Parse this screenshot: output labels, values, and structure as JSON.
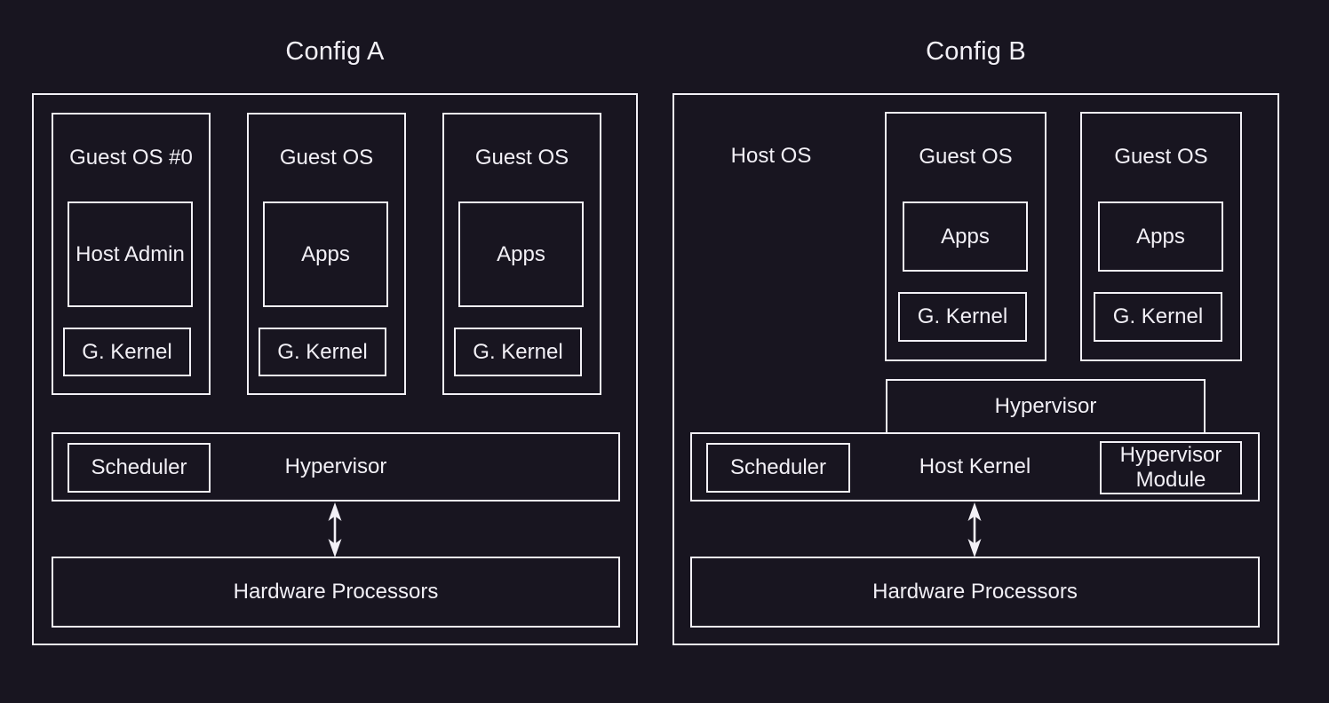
{
  "colors": {
    "background": "#181520",
    "line": "#f2f0f6",
    "text": "#f2f0f6"
  },
  "config_a": {
    "title": "Config A",
    "guests": [
      {
        "label": "Guest OS #0",
        "app": "Host Admin",
        "kernel": "G. Kernel"
      },
      {
        "label": "Guest OS",
        "app": "Apps",
        "kernel": "G. Kernel"
      },
      {
        "label": "Guest OS",
        "app": "Apps",
        "kernel": "G. Kernel"
      }
    ],
    "hypervisor": "Hypervisor",
    "scheduler": "Scheduler",
    "hardware": "Hardware Processors",
    "link_arrow_icon": "↕"
  },
  "config_b": {
    "title": "Config B",
    "host_os": "Host OS",
    "guests": [
      {
        "label": "Guest OS",
        "app": "Apps",
        "kernel": "G. Kernel"
      },
      {
        "label": "Guest OS",
        "app": "Apps",
        "kernel": "G. Kernel"
      }
    ],
    "hypervisor": "Hypervisor",
    "host_kernel": "Host Kernel",
    "scheduler": "Scheduler",
    "hypervisor_module": "Hypervisor Module",
    "hardware": "Hardware Processors",
    "link_arrow_icon": "↕"
  }
}
